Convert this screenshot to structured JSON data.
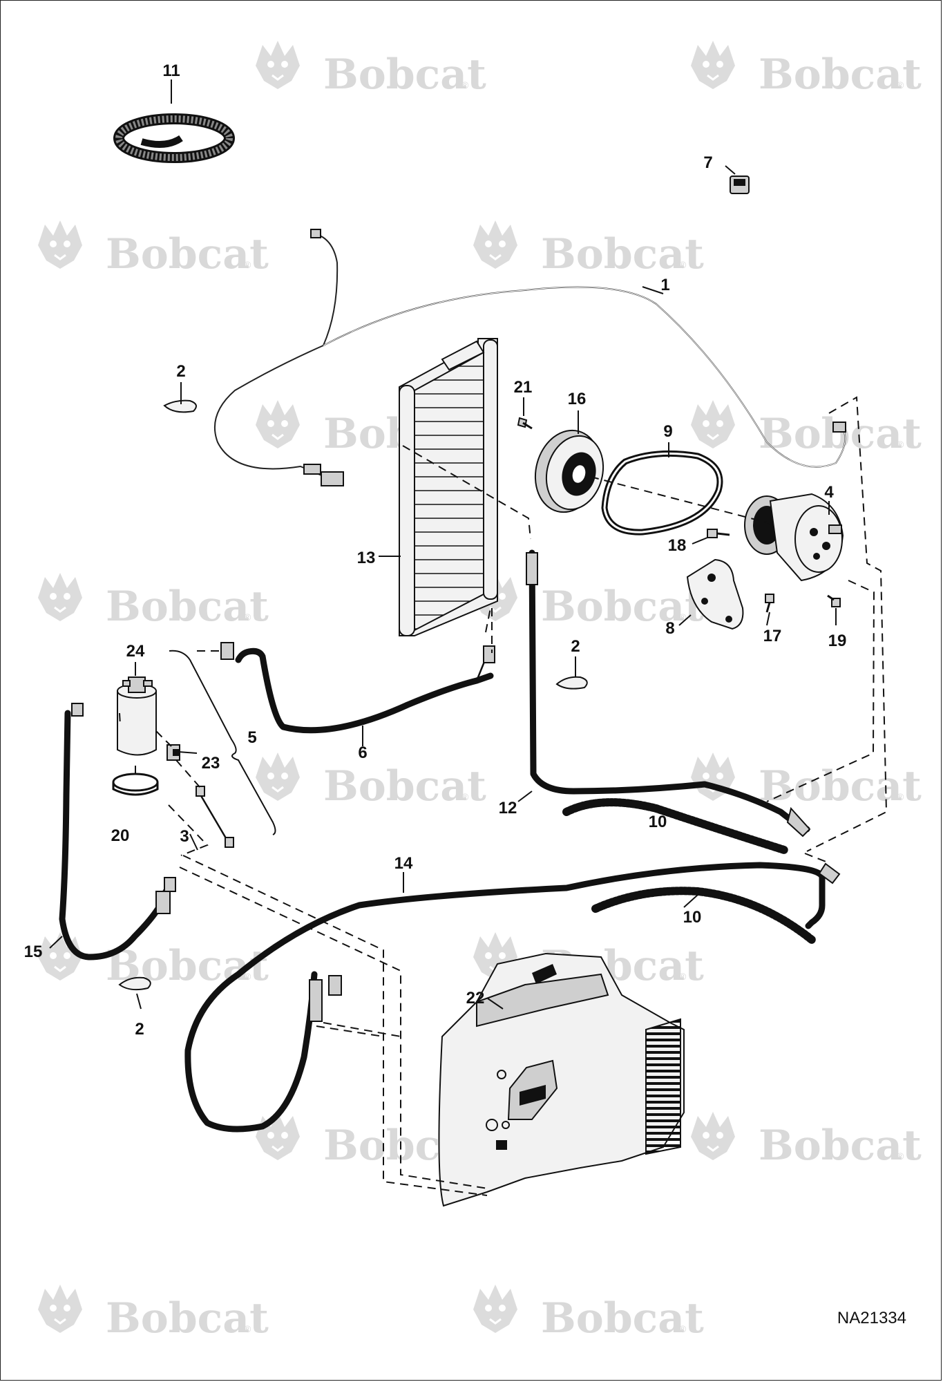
{
  "watermark": {
    "brand": "Bobcat",
    "reg_mark": "®"
  },
  "drawing_number": "NA21334",
  "callouts": [
    {
      "id": "c1",
      "label": "1"
    },
    {
      "id": "c2a",
      "label": "2"
    },
    {
      "id": "c2b",
      "label": "2"
    },
    {
      "id": "c2c",
      "label": "2"
    },
    {
      "id": "c3",
      "label": "3"
    },
    {
      "id": "c4",
      "label": "4"
    },
    {
      "id": "c5",
      "label": "5"
    },
    {
      "id": "c6",
      "label": "6"
    },
    {
      "id": "c7",
      "label": "7"
    },
    {
      "id": "c8",
      "label": "8"
    },
    {
      "id": "c9",
      "label": "9"
    },
    {
      "id": "c10a",
      "label": "10"
    },
    {
      "id": "c10b",
      "label": "10"
    },
    {
      "id": "c11",
      "label": "11"
    },
    {
      "id": "c12",
      "label": "12"
    },
    {
      "id": "c13",
      "label": "13"
    },
    {
      "id": "c14",
      "label": "14"
    },
    {
      "id": "c15",
      "label": "15"
    },
    {
      "id": "c16",
      "label": "16"
    },
    {
      "id": "c17",
      "label": "17"
    },
    {
      "id": "c18",
      "label": "18"
    },
    {
      "id": "c19",
      "label": "19"
    },
    {
      "id": "c20",
      "label": "20"
    },
    {
      "id": "c21",
      "label": "21"
    },
    {
      "id": "c22",
      "label": "22"
    },
    {
      "id": "c23",
      "label": "23"
    },
    {
      "id": "c24",
      "label": "24"
    }
  ]
}
